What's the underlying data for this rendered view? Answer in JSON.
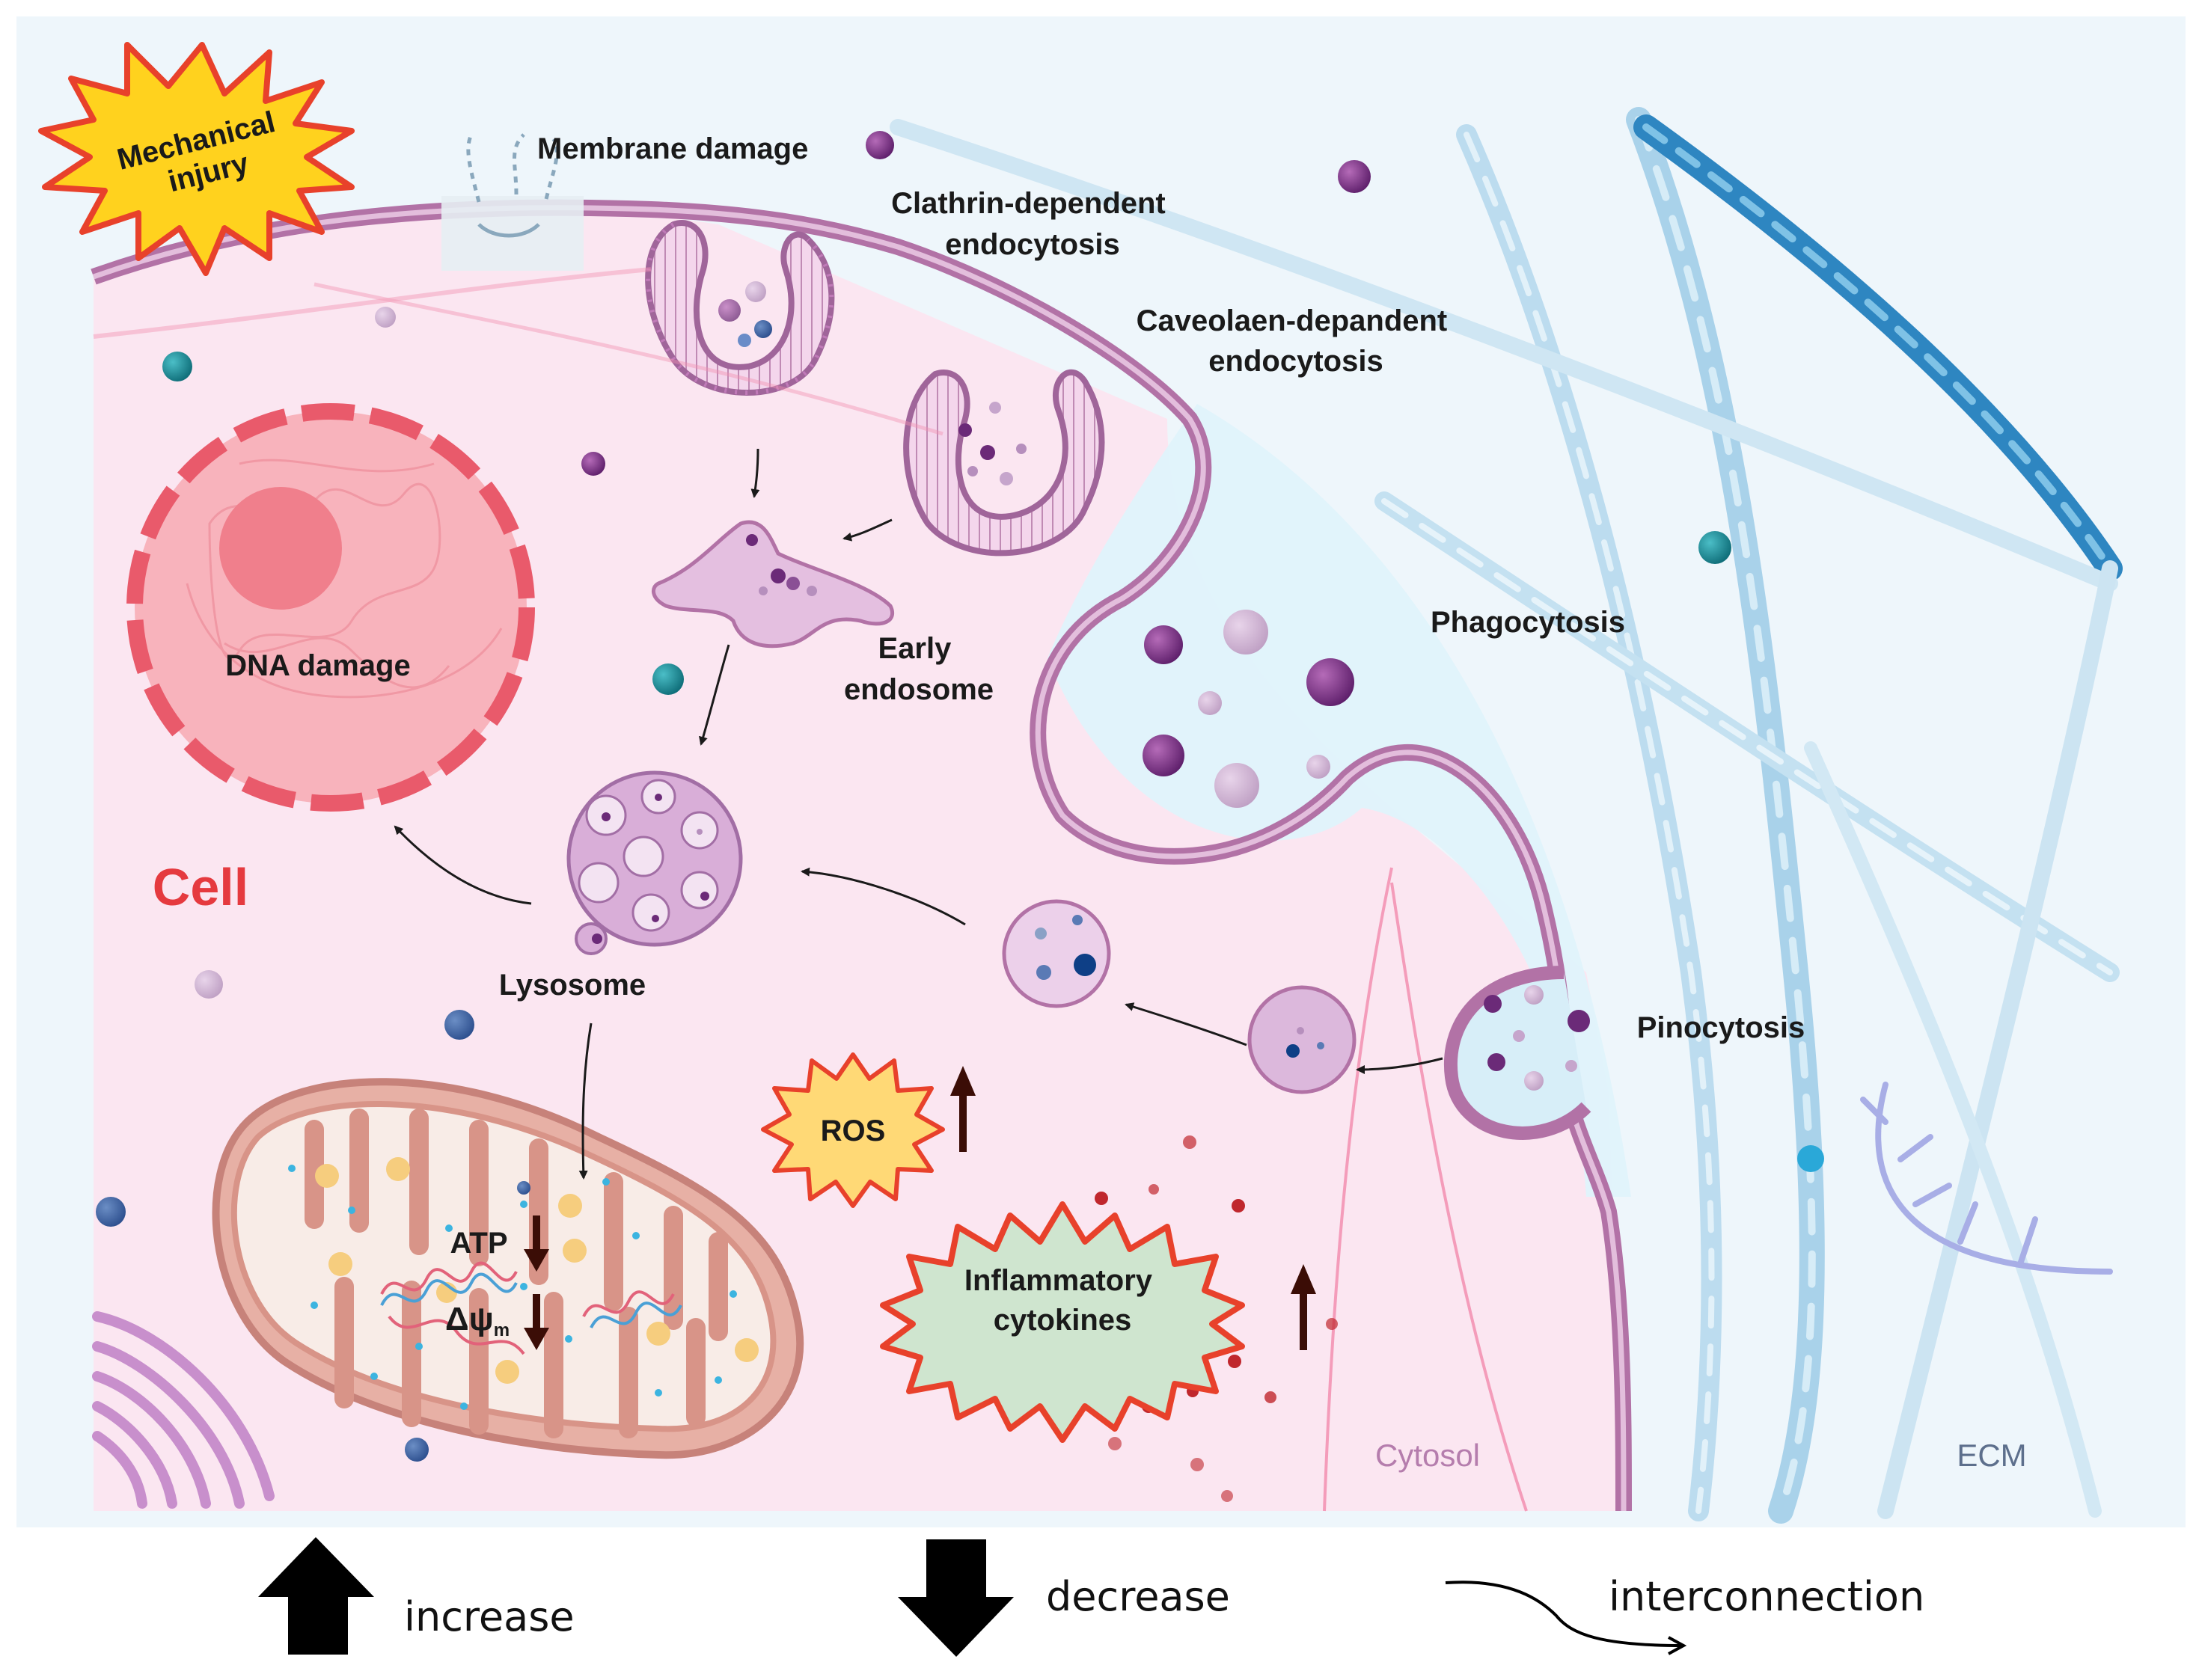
{
  "labels": {
    "mechanical_injury": [
      "Mechanical",
      "injury"
    ],
    "membrane_damage": "Membrane damage",
    "clathrin": [
      "Clathrin-dependent",
      "endocytosis"
    ],
    "caveolae": [
      "Caveolaen-depandent",
      "endocytosis"
    ],
    "phagocytosis": "Phagocytosis",
    "pinocytosis": "Pinocytosis",
    "early_endosome": [
      "Early",
      "endosome"
    ],
    "lysosome": "Lysosome",
    "dna_damage": "DNA damage",
    "cell": "Cell",
    "ros": "ROS",
    "atp": "ATP",
    "delta_psi": "Δψ",
    "delta_psi_sub": "m",
    "inflammatory": [
      "Inflammatory",
      "cytokines"
    ],
    "cytosol": "Cytosol",
    "ecm": "ECM"
  },
  "legend": {
    "increase": "increase",
    "decrease": "decrease",
    "interconnection": "interconnection"
  },
  "colors": {
    "cytoplasm": "#fbe6f1",
    "membrane": "#b272a6",
    "ecm_bg": "#eef6fb",
    "fiber": "#8cc3e0",
    "nucleus": "#f7a3ad",
    "nucleus_border": "#e95a6b",
    "mito": "#e9b3a7",
    "star_yellow": "#ffd21e",
    "star_red": "#e8412b",
    "cell_label": "#e53a3f",
    "particle_purple": "#7b2f86",
    "particle_teal": "#1a8a94",
    "arrow_dark": "#3b0d06"
  }
}
